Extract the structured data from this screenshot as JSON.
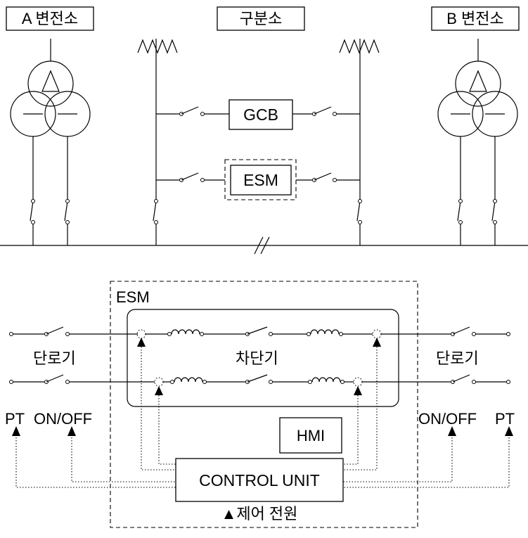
{
  "substation_a": "A 변전소",
  "sectioning_post": "구분소",
  "substation_b": "B 변전소",
  "gcb": "GCB",
  "esm_block": "ESM",
  "esm_panel": "ESM",
  "disconnector_left": "단로기",
  "breaker": "차단기",
  "disconnector_right": "단로기",
  "hmi": "HMI",
  "control_unit": "CONTROL UNIT",
  "left_pt": "PT",
  "left_onoff": "ON/OFF",
  "right_onoff": "ON/OFF",
  "right_pt": "PT",
  "control_power": "▲제어 전원"
}
